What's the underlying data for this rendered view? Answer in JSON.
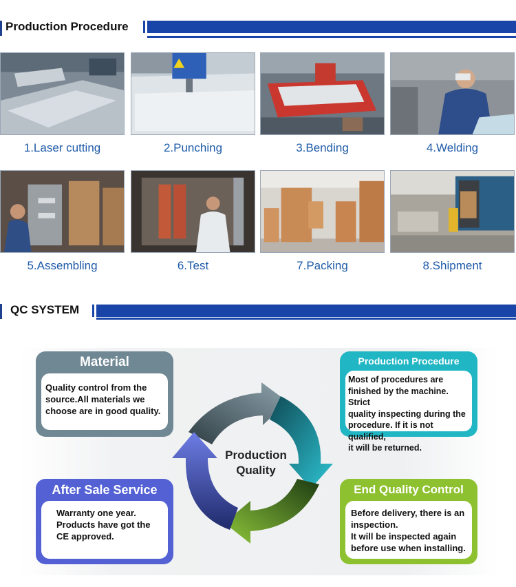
{
  "sections": {
    "production": {
      "title": "Production Procedure"
    },
    "qc": {
      "title": "QC SYSTEM"
    }
  },
  "steps": [
    {
      "label": "1.Laser cutting",
      "icon": "laser-cutting-photo"
    },
    {
      "label": "2.Punching",
      "icon": "punching-photo"
    },
    {
      "label": "3.Bending",
      "icon": "bending-photo"
    },
    {
      "label": "4.Welding",
      "icon": "welding-photo"
    },
    {
      "label": "5.Assembling",
      "icon": "assembling-photo"
    },
    {
      "label": "6.Test",
      "icon": "test-photo"
    },
    {
      "label": "7.Packing",
      "icon": "packing-photo"
    },
    {
      "label": "8.Shipment",
      "icon": "shipment-photo"
    }
  ],
  "qc": {
    "center": {
      "line1": "Production",
      "line2": "Quality"
    },
    "material": {
      "title": "Material",
      "body": [
        "Quality control from the",
        "source.All materials we",
        "choose are in good quality."
      ],
      "color": "#6f8894"
    },
    "production_procedure": {
      "title": "Production Procedure",
      "body": [
        "Most of procedures are",
        "finished by the machine. Strict",
        "quality inspecting during the",
        "procedure. If it is not qualified,",
        "it will be returned."
      ],
      "color": "#21b6c4"
    },
    "after_sale": {
      "title": "After Sale Service",
      "body": [
        "Warranty one year.",
        "Products have got the",
        "CE approved."
      ],
      "color": "#5361d4"
    },
    "end_quality": {
      "title": "End Quality Control",
      "body": [
        "Before delivery, there is an",
        "inspection.",
        "It will be inspected again",
        "before use when installing."
      ],
      "color": "#8ec12f"
    }
  },
  "colors": {
    "accent_blue": "#1a45a8",
    "caption_blue": "#1e5aa8"
  }
}
